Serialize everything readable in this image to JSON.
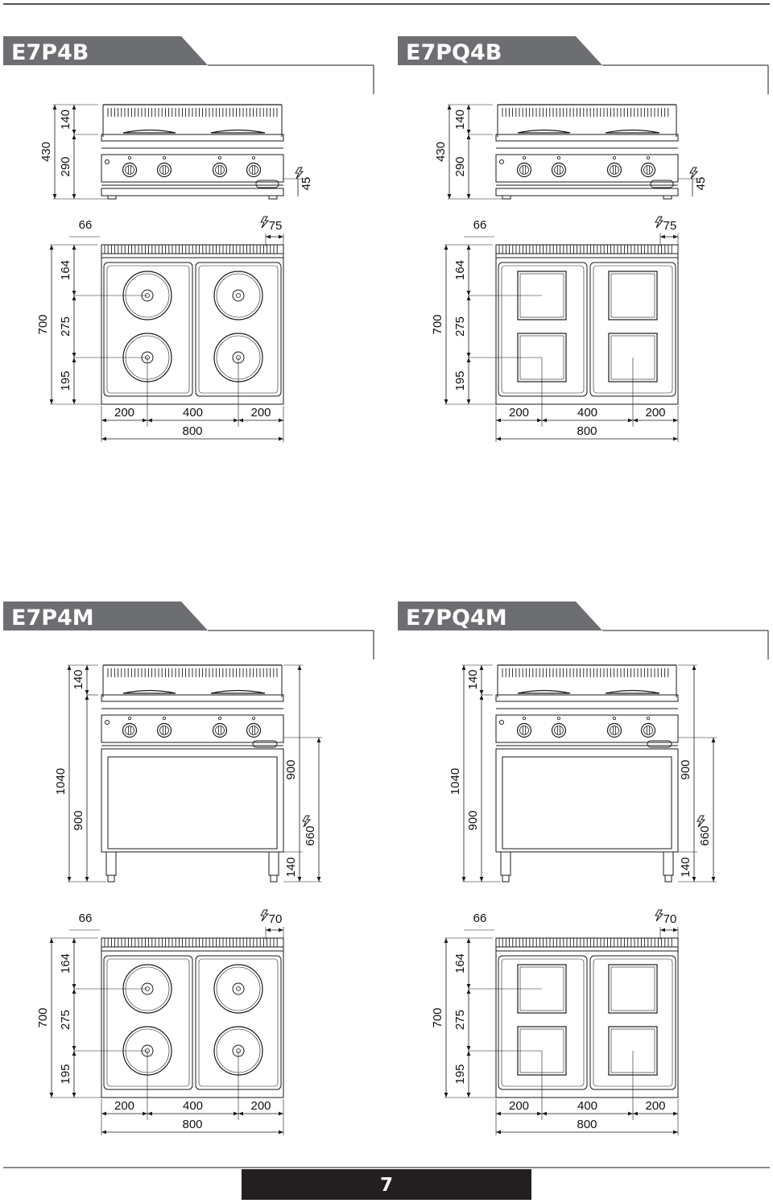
{
  "colors": {
    "banner": "#6d6e71",
    "footer": "#231f20",
    "line": "#1a1a1a"
  },
  "models": [
    {
      "code": "E7P4B",
      "type": "top",
      "plates": "round",
      "front_dims": {
        "total_height": "430",
        "top_height": "140",
        "body_height": "290",
        "elec": "45"
      },
      "plan_dims": {
        "left_offset": "66",
        "elec": "75",
        "depth": "700",
        "rear": "164",
        "mid": "275",
        "front": "195",
        "left": "200",
        "centre": "400",
        "right": "200",
        "width": "800"
      }
    },
    {
      "code": "E7PQ4B",
      "type": "top",
      "plates": "square",
      "front_dims": {
        "total_height": "430",
        "top_height": "140",
        "body_height": "290",
        "elec": "45"
      },
      "plan_dims": {
        "left_offset": "66",
        "elec": "75",
        "depth": "700",
        "rear": "164",
        "mid": "275",
        "front": "195",
        "left": "200",
        "centre": "400",
        "right": "200",
        "width": "800"
      }
    },
    {
      "code": "E7P4M",
      "type": "cabinet",
      "plates": "round",
      "front_dims": {
        "total_height": "1040",
        "top_height": "140",
        "body_height": "900",
        "right_height": "900",
        "elec": "660",
        "legs": "140"
      },
      "plan_dims": {
        "left_offset": "66",
        "elec": "70",
        "depth": "700",
        "rear": "164",
        "mid": "275",
        "front": "195",
        "left": "200",
        "centre": "400",
        "right": "200",
        "width": "800"
      }
    },
    {
      "code": "E7PQ4M",
      "type": "cabinet",
      "plates": "square",
      "front_dims": {
        "total_height": "1040",
        "top_height": "140",
        "body_height": "900",
        "right_height": "900",
        "elec": "660",
        "legs": "140"
      },
      "plan_dims": {
        "left_offset": "66",
        "elec": "70",
        "depth": "700",
        "rear": "164",
        "mid": "275",
        "front": "195",
        "left": "200",
        "centre": "400",
        "right": "200",
        "width": "800"
      }
    }
  ],
  "page_number": "7"
}
